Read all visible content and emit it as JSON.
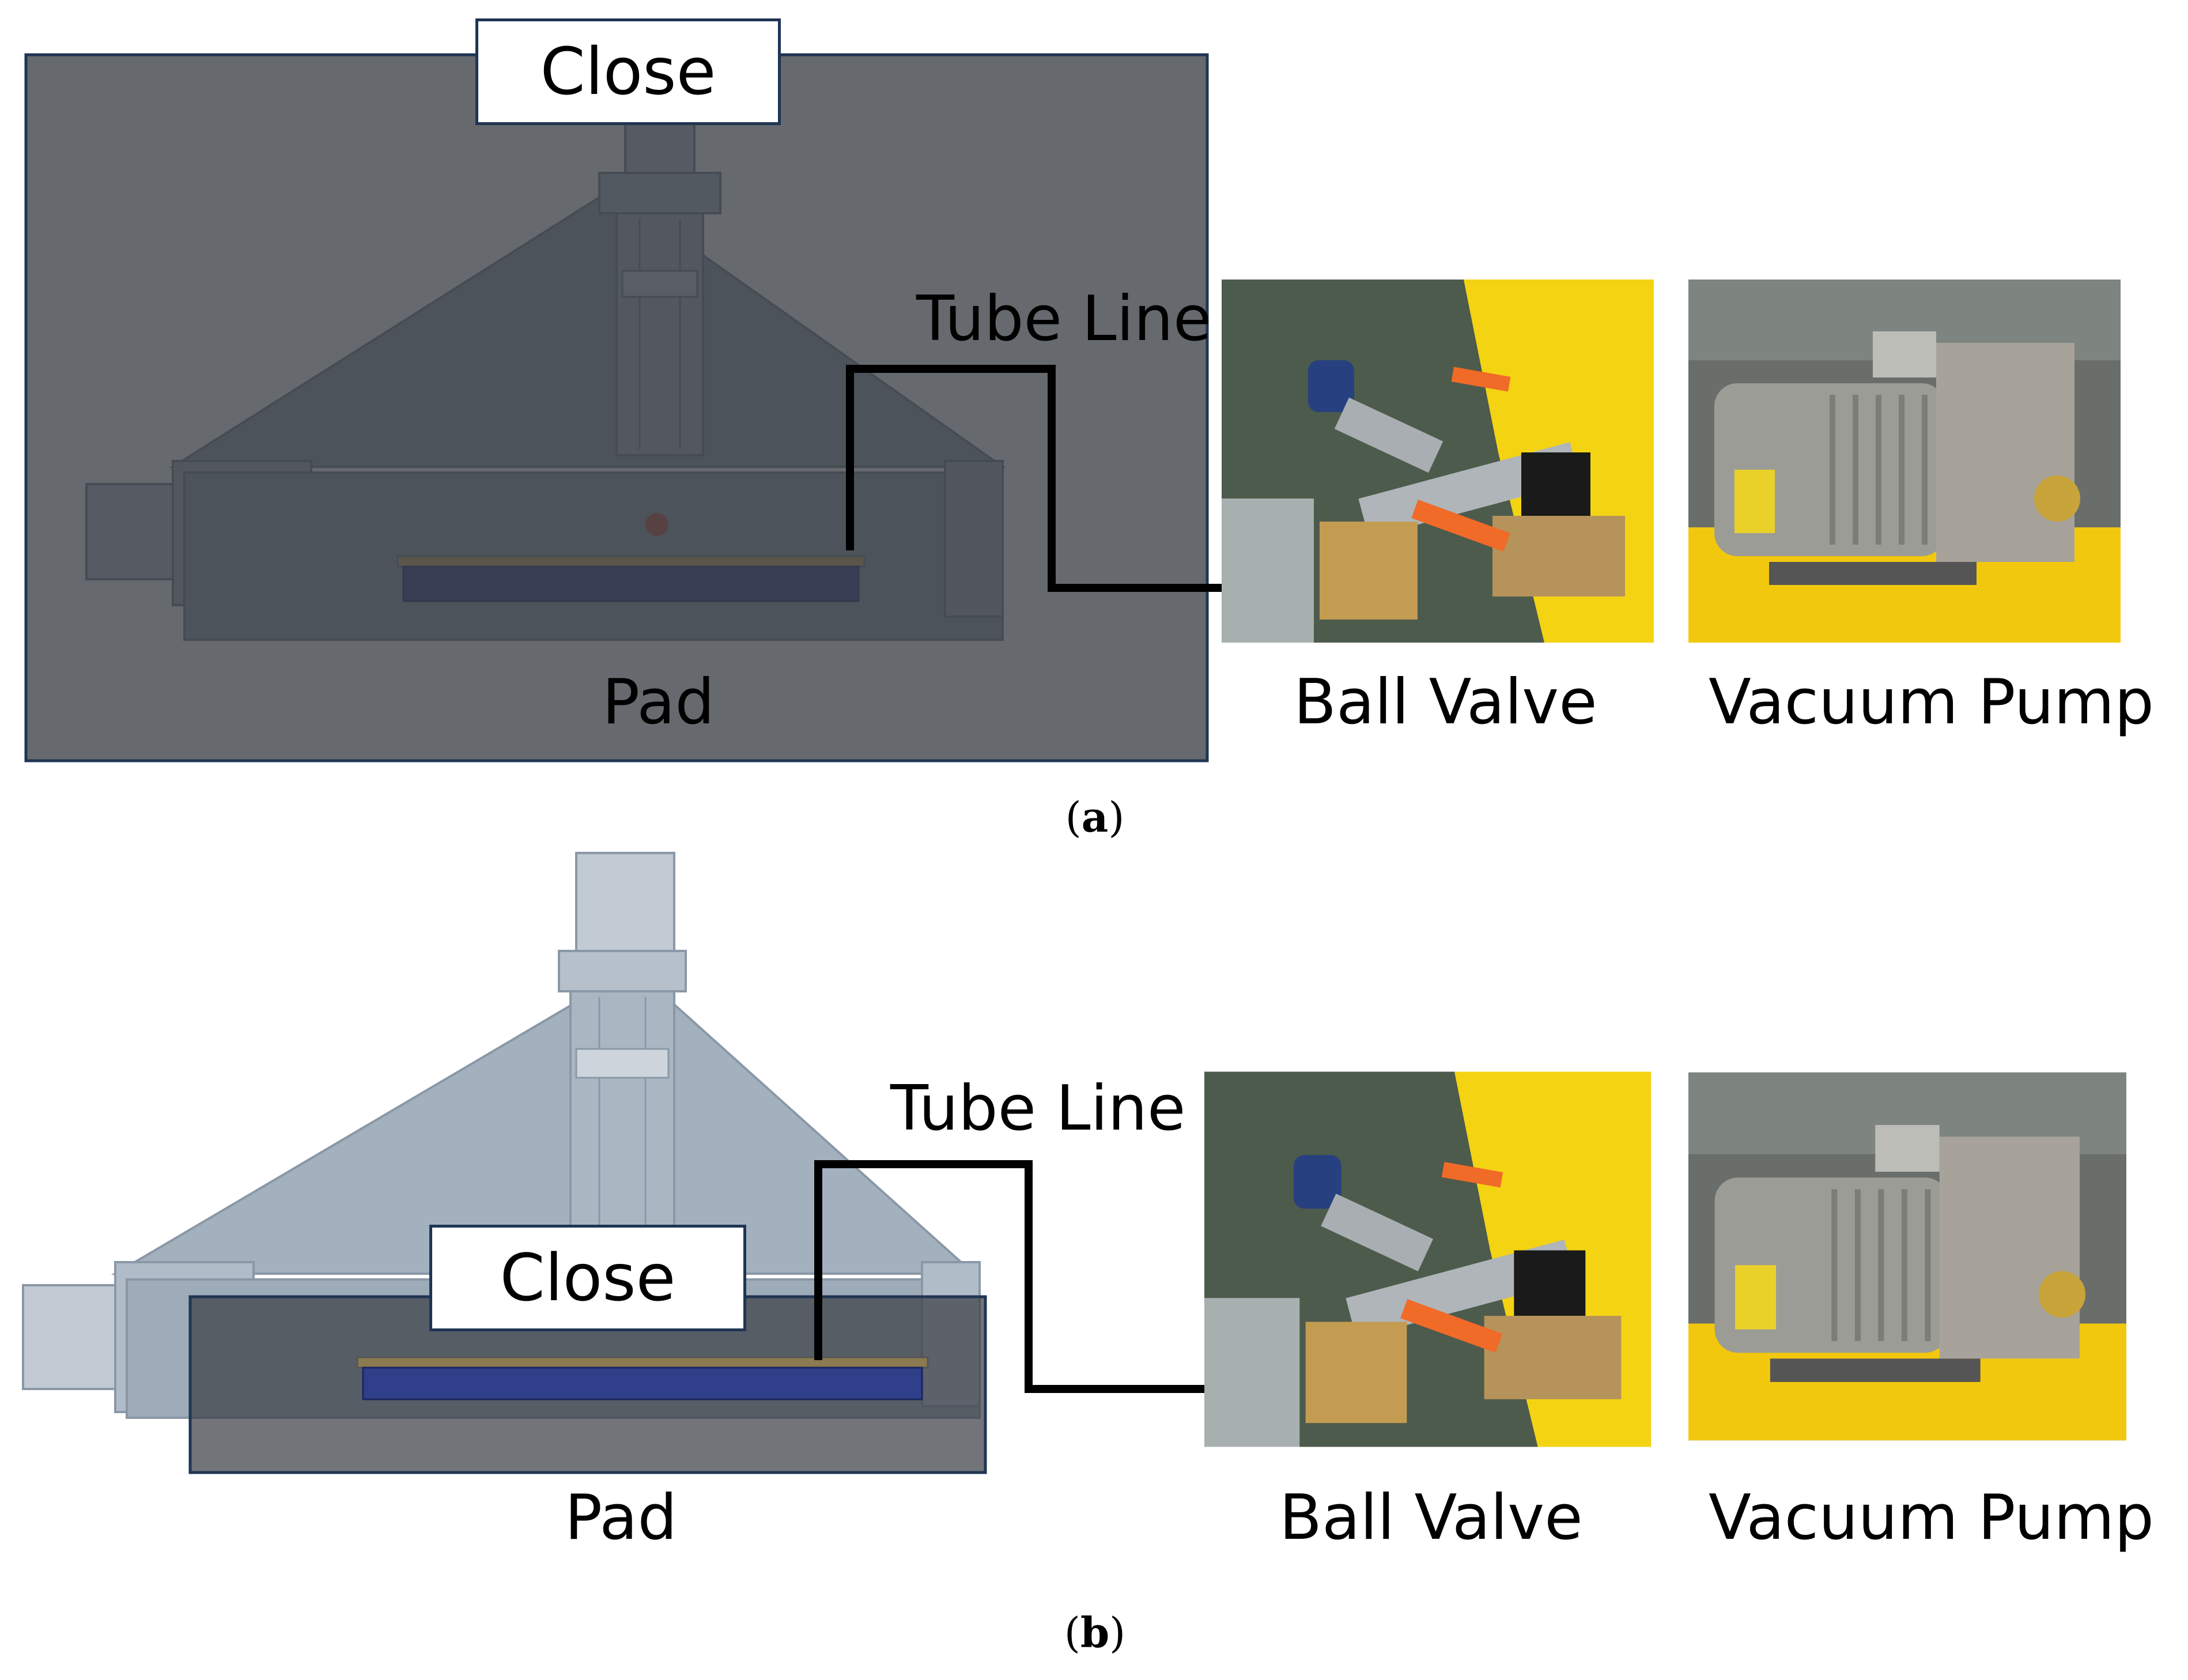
{
  "colors": {
    "cad_fill": "#9aa6b3",
    "cad_line": "#6f7c8a",
    "shade_overlay": "#3b3f45",
    "pad_blue": "#2f3f8a",
    "tube_line": "#000000",
    "valve_yellow": "#f4d313",
    "pump_grey": "#9c9c96",
    "box_border": "#1f3553"
  },
  "panel_a": {
    "close_label": "Close",
    "tube_line_label": "Tube Line",
    "pad_label": "Pad",
    "ball_valve_label": "Ball Valve",
    "vacuum_pump_label": "Vacuum Pump",
    "caption_open": "(",
    "caption_letter": "a",
    "caption_close": ")"
  },
  "panel_b": {
    "close_label": "Close",
    "tube_line_label": "Tube Line",
    "pad_label": "Pad",
    "ball_valve_label": "Ball Valve",
    "vacuum_pump_label": "Vacuum Pump",
    "caption_open": "(",
    "caption_letter": "b",
    "caption_close": ")"
  }
}
